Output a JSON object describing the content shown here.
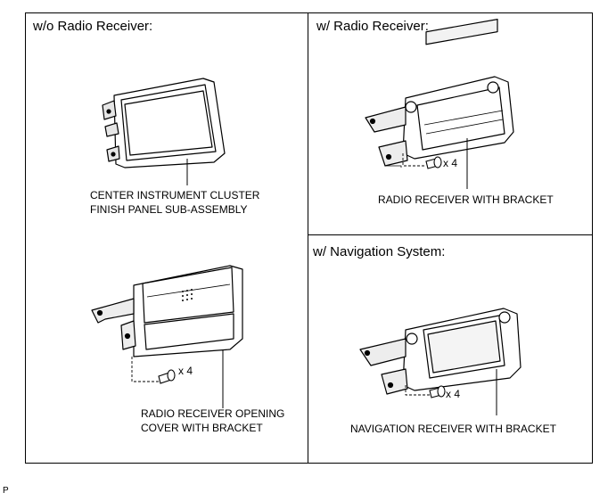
{
  "panels": {
    "without_radio": {
      "header": "w/o Radio Receiver:",
      "part1_label": [
        "CENTER INSTRUMENT CLUSTER",
        "FINISH PANEL SUB-ASSEMBLY"
      ],
      "part2_label": [
        "RADIO RECEIVER OPENING",
        "COVER WITH BRACKET"
      ],
      "screw_qty": "x 4"
    },
    "with_radio": {
      "header": "w/ Radio Receiver:",
      "part_label": "RADIO RECEIVER WITH BRACKET",
      "screw_qty": "x 4"
    },
    "with_navigation": {
      "header": "w/ Navigation System:",
      "part_label": "NAVIGATION RECEIVER WITH BRACKET",
      "screw_qty": "x 4"
    }
  },
  "footer_code": "P"
}
